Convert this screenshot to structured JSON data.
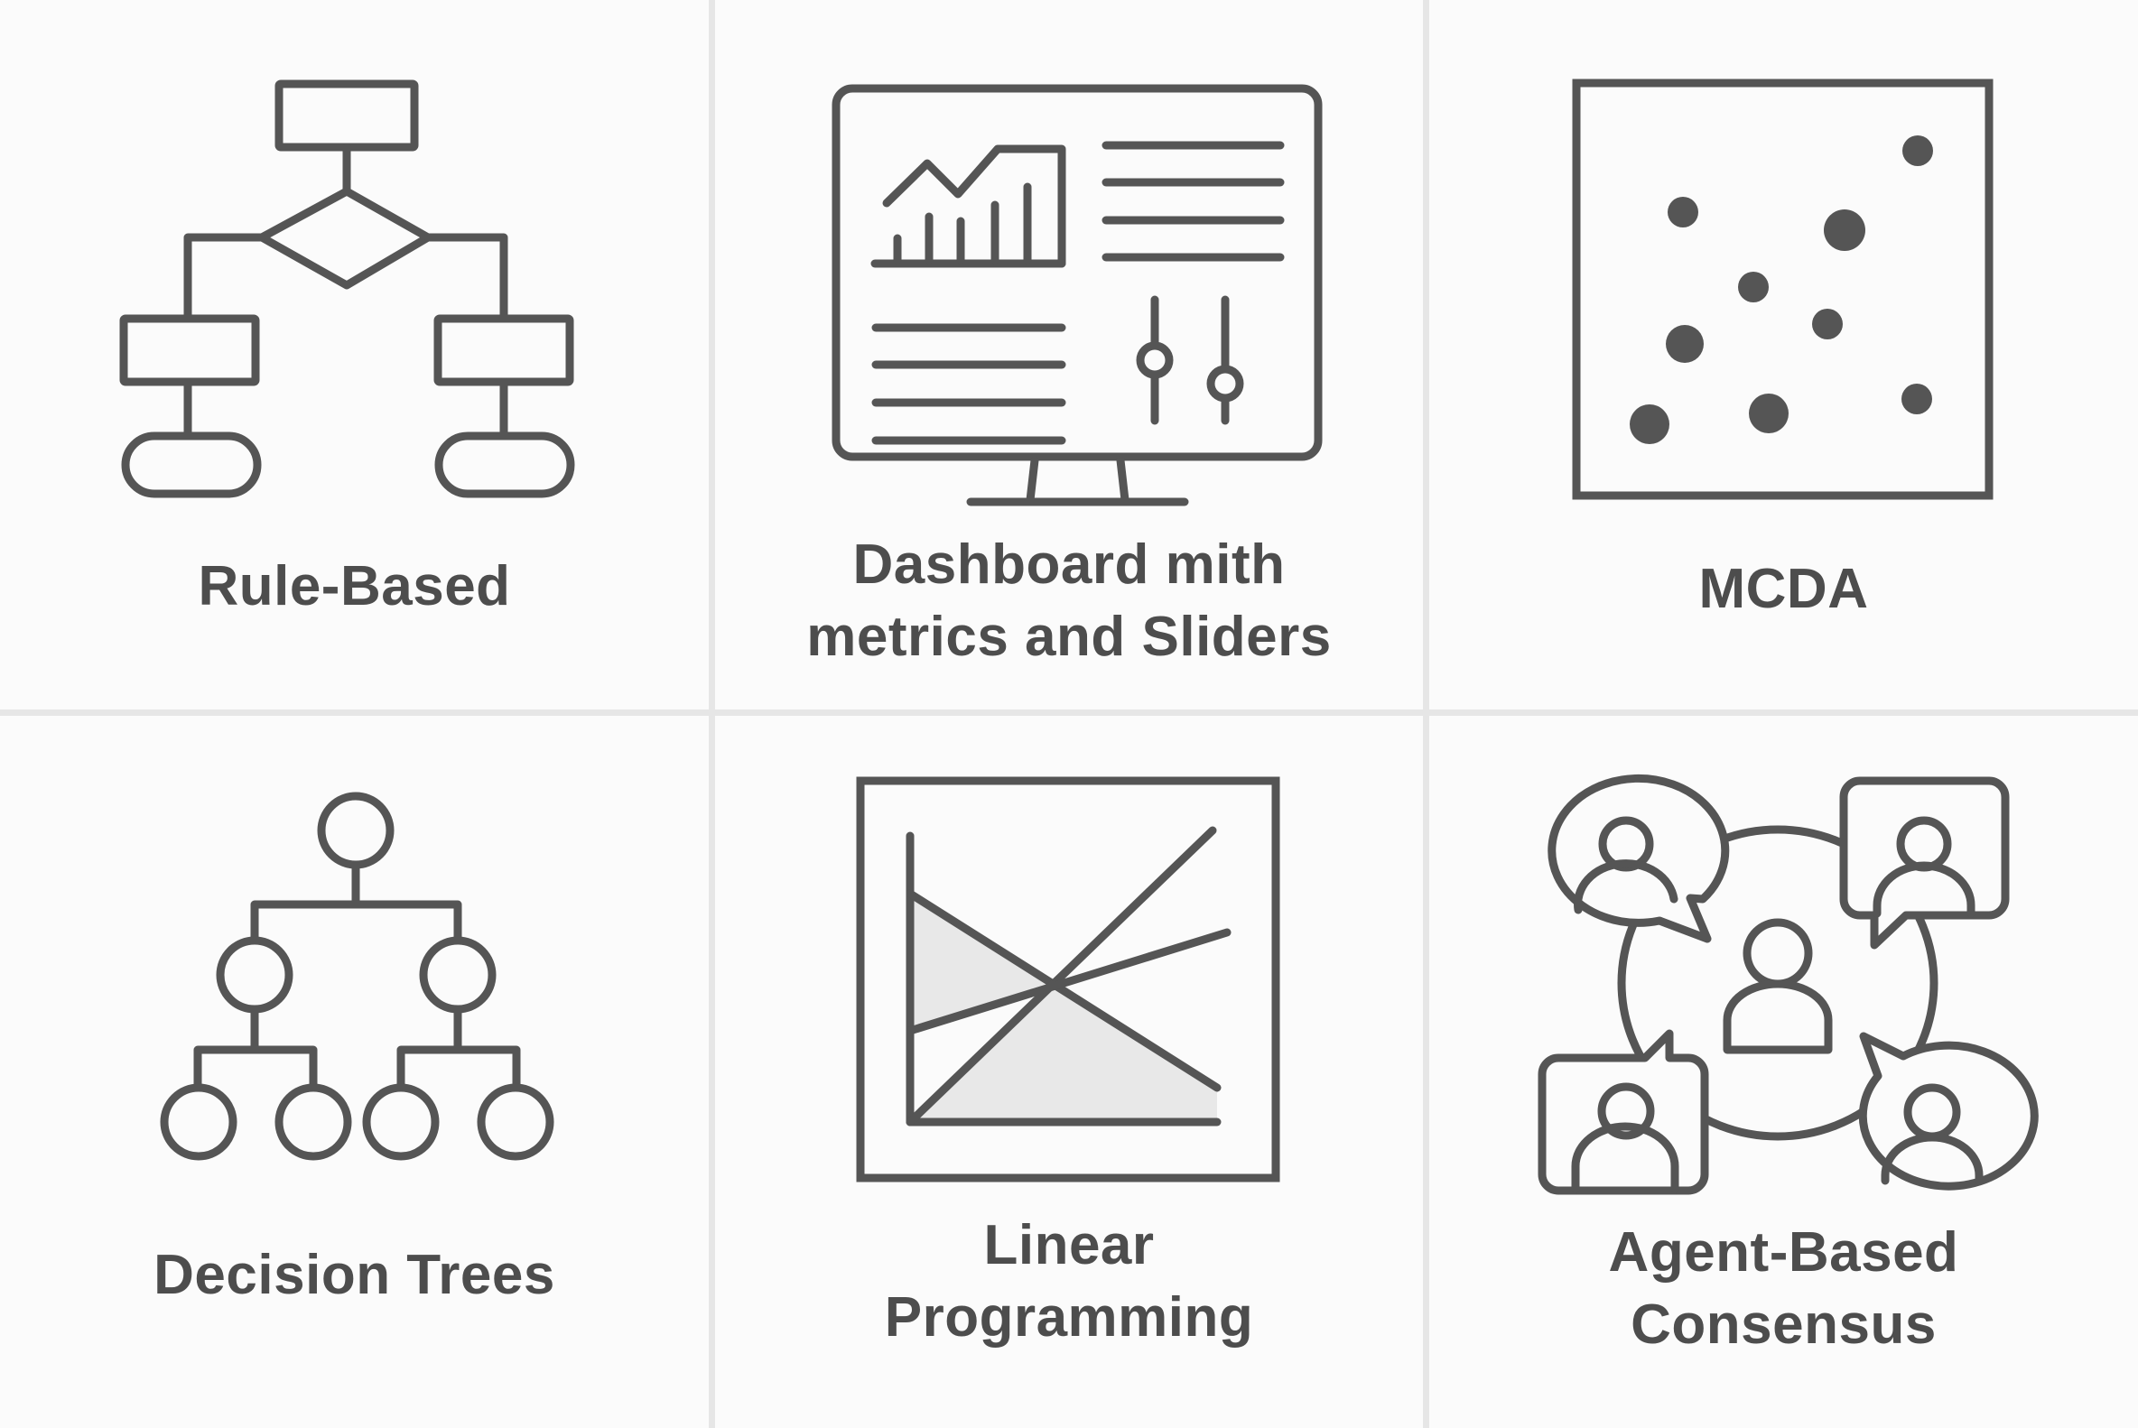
{
  "panels": [
    {
      "id": "rule-based",
      "label_lines": [
        "Rule-Based"
      ],
      "icon": "flowchart-icon"
    },
    {
      "id": "dashboard",
      "label_lines": [
        "Dashboard mith",
        "metrics and Sliders"
      ],
      "icon": "dashboard-monitor-icon"
    },
    {
      "id": "mcda",
      "label_lines": [
        "MCDA"
      ],
      "icon": "scatter-plot-icon"
    },
    {
      "id": "decision-trees",
      "label_lines": [
        "Decision Trees"
      ],
      "icon": "tree-diagram-icon"
    },
    {
      "id": "linear-programming",
      "label_lines": [
        "Linear",
        "Programming"
      ],
      "icon": "feasible-region-chart-icon"
    },
    {
      "id": "agent-based-consensus",
      "label_lines": [
        "Agent-Based",
        "Consensus"
      ],
      "icon": "people-chat-network-icon"
    }
  ],
  "colors": {
    "stroke": "#555555",
    "text": "#4d4d4d",
    "panel_bg": "#fbfbfb",
    "divider": "#e6e6e6",
    "fill_region": "#e8e8e8"
  }
}
